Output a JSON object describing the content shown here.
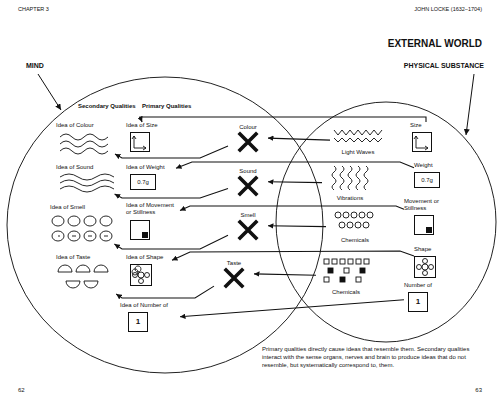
{
  "diagram": {
    "title": "EXTERNAL WORLD",
    "caption": "Primary qualities directly cause ideas that resemble them. Secondary qualities interact with the sense organs, nerves and brain to produce ideas that do not resemble, but systematically correspond to, them.",
    "nodes": [
      {
        "text": [
          "Idea of Colour"
        ]
      },
      {
        "text": [
          "Idea of Size"
        ]
      },
      {
        "text": [
          "Idea of Sound"
        ]
      },
      {
        "text": [
          "Idea of Weight",
          "0.7g"
        ]
      },
      {
        "text": [
          "Idea of Smell"
        ]
      },
      {
        "text": [
          "Idea of Movement or Stillness"
        ]
      },
      {
        "text": [
          "Idea of Taste"
        ]
      },
      {
        "text": [
          "Idea of Shape"
        ]
      },
      {
        "text": [
          "Idea of Number of",
          "1"
        ]
      },
      {
        "text": [
          "Colour"
        ]
      },
      {
        "text": [
          "Sound"
        ]
      },
      {
        "text": [
          "Smell"
        ]
      },
      {
        "text": [
          "Taste"
        ]
      },
      {
        "text": [
          "Light Waves"
        ]
      },
      {
        "text": [
          "Size"
        ]
      },
      {
        "text": [
          "Vibrations"
        ]
      },
      {
        "text": [
          "Weight",
          "0.7g"
        ]
      },
      {
        "text": [
          "Movement or Stillness"
        ]
      },
      {
        "text": [
          "Chemicals"
        ]
      },
      {
        "text": [
          "Shape"
        ]
      },
      {
        "text": [
          "Chemicals"
        ]
      },
      {
        "text": [
          "Number of",
          "1"
        ]
      }
    ],
    "edges": [
      {
        "from": 13,
        "to": 9,
        "arrow": "to"
      },
      {
        "from": 9,
        "to": 0,
        "arrow": "to"
      },
      {
        "from": 14,
        "to": 1,
        "arrow": "to"
      },
      {
        "from": 15,
        "to": 10,
        "arrow": "to"
      },
      {
        "from": 10,
        "to": 2,
        "arrow": "to"
      },
      {
        "from": 16,
        "to": 3,
        "arrow": "to"
      },
      {
        "from": 17,
        "to": 5,
        "arrow": "to"
      },
      {
        "from": 18,
        "to": 11,
        "arrow": "to"
      },
      {
        "from": 11,
        "to": 4,
        "arrow": "to"
      },
      {
        "from": 19,
        "to": 7,
        "arrow": "to"
      },
      {
        "from": 20,
        "to": 12,
        "arrow": "to"
      },
      {
        "from": 12,
        "to": 6,
        "arrow": "to"
      },
      {
        "from": 21,
        "to": 8,
        "arrow": "to"
      }
    ],
    "labels": [
      "CHAPTER 3",
      "JOHN LOCKE (1632–1704)",
      "MIND",
      "PHYSICAL SUBSTANCE",
      "Secondary Qualities",
      "Primary Qualities",
      "62",
      "63"
    ]
  }
}
